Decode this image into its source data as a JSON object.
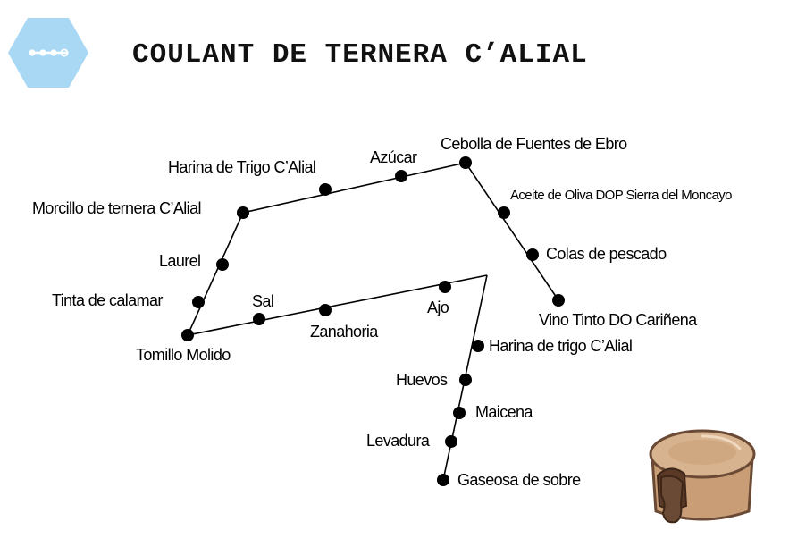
{
  "title": "COULANT DE TERNERA C’ALIAL",
  "logo": {
    "icon": "metro-line-icon",
    "color": "#a9d8f5"
  },
  "diagram": {
    "line_color": "#000000",
    "stop_color": "#000000",
    "stops": {
      "cebolla": "Cebolla de Fuentes de Ebro",
      "azucar": "Azúcar",
      "harina_trigo": "Harina de Trigo C’Alial",
      "morcillo": "Morcillo de ternera C’Alial",
      "aceite": "Aceite de Oliva DOP Sierra del Moncayo",
      "colas": "Colas de pescado",
      "vino": "Vino Tinto DO Cariñena",
      "laurel": "Laurel",
      "tinta": "Tinta de calamar",
      "tomillo": "Tomillo Molido",
      "sal": "Sal",
      "zanahoria": "Zanahoria",
      "ajo": "Ajo",
      "harina_trigo2": "Harina de trigo C’Alial",
      "huevos": "Huevos",
      "maicena": "Maicena",
      "levadura": "Levadura",
      "gaseosa": "Gaseosa de sobre"
    }
  },
  "illustration": {
    "icon": "chocolate-coulant-icon",
    "cake_color": "#c99e77",
    "chocolate_color": "#6b4a35"
  }
}
